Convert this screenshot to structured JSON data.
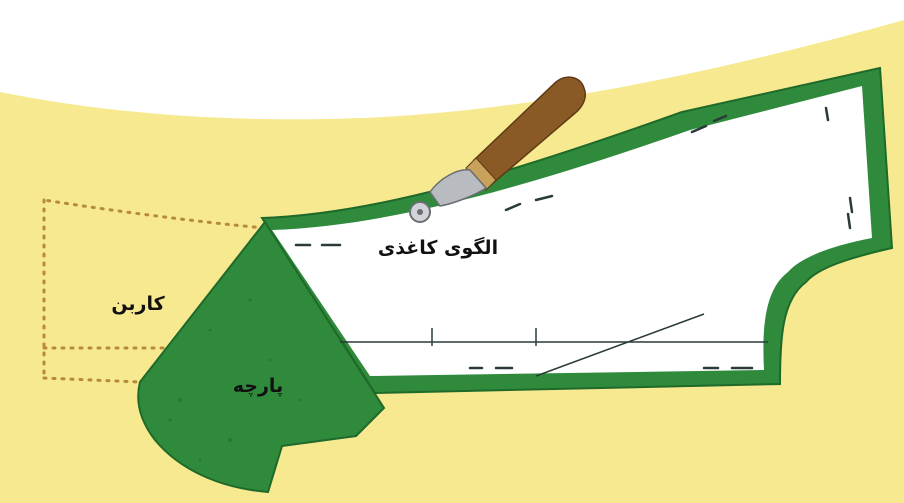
{
  "labels": {
    "pattern": "الگوی کاغذی",
    "carbon": "کاربن",
    "fabric": "پارچه"
  },
  "colors": {
    "background": "#f7e98f",
    "paper_white": "#ffffff",
    "fabric_green": "#2f8a3c",
    "fabric_green_dark": "#1f6a2a",
    "carbon_dots": "#b58a3a",
    "handle_brown": "#8a5a26",
    "wheel_metal": "#b8bcc0",
    "line": "#2a3a3a"
  },
  "icons": {
    "tool": "tracing-wheel-icon"
  }
}
